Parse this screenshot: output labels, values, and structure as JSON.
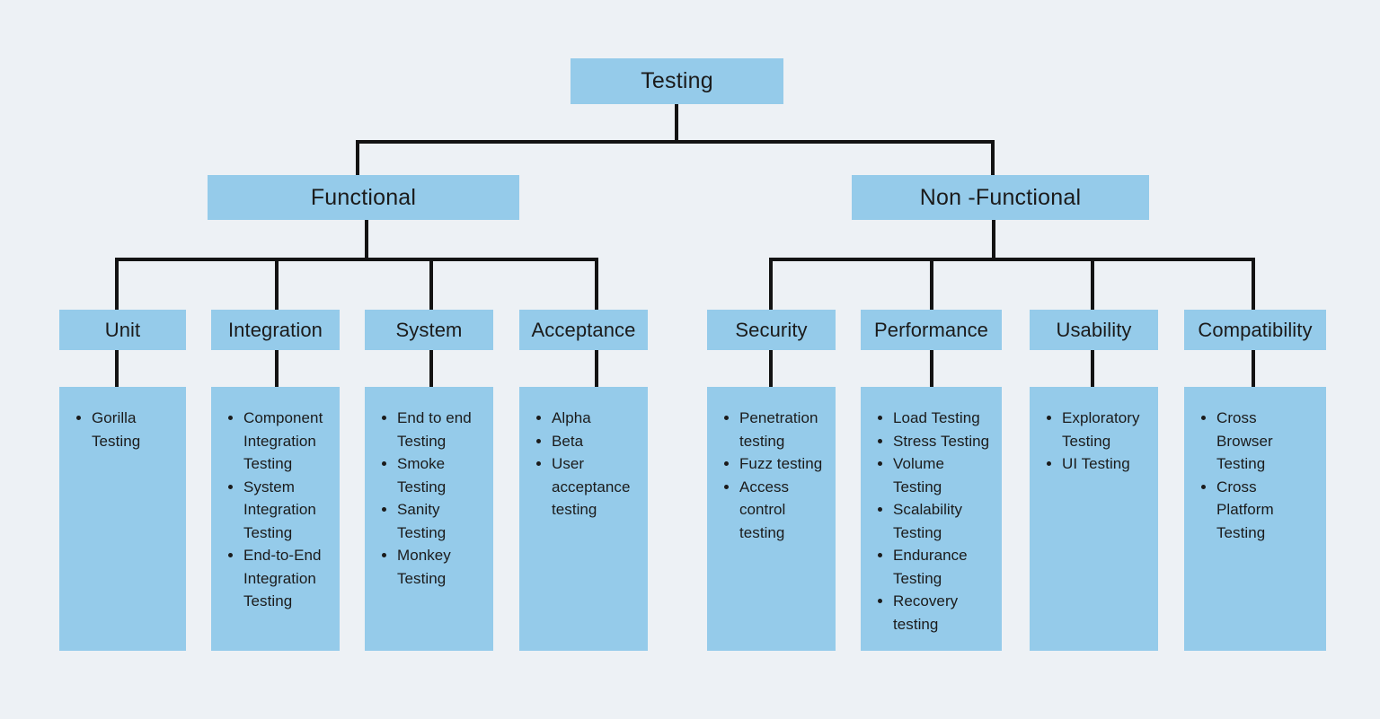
{
  "diagram": {
    "title": "Testing",
    "background_color": "#edf1f5",
    "box_color": "#95cbea",
    "line_color": "#131313",
    "root": {
      "label": "Testing"
    },
    "branches": [
      {
        "label": "Functional"
      },
      {
        "label": "Non -Functional"
      }
    ],
    "categories": [
      {
        "header": "Unit",
        "items": [
          "Gorilla Testing"
        ]
      },
      {
        "header": "Integration",
        "items": [
          "Component Integration Testing",
          "System Integration Testing",
          "End-to-End Integration Testing"
        ]
      },
      {
        "header": "System",
        "items": [
          "End to end Testing",
          "Smoke Testing",
          "Sanity Testing",
          "Monkey Testing"
        ]
      },
      {
        "header": "Acceptance",
        "items": [
          "Alpha",
          "Beta",
          "User acceptance testing"
        ]
      },
      {
        "header": "Security",
        "items": [
          "Penetration testing",
          "Fuzz testing",
          "Access control testing"
        ]
      },
      {
        "header": "Performance",
        "items": [
          "Load Testing",
          "Stress Testing",
          "Volume Testing",
          "Scalability Testing",
          "Endurance Testing",
          "Recovery testing"
        ]
      },
      {
        "header": "Usability",
        "items": [
          "Exploratory Testing",
          "UI Testing"
        ]
      },
      {
        "header": "Compatibility",
        "items": [
          "Cross Browser Testing",
          "Cross Platform Testing"
        ]
      }
    ]
  }
}
